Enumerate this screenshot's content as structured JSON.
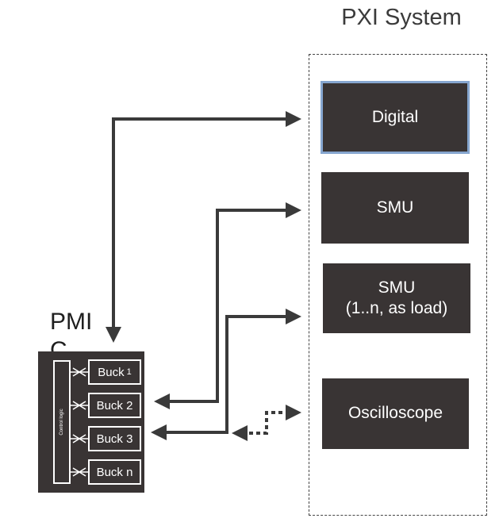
{
  "system": {
    "title": "PXI System",
    "modules": [
      {
        "name": "Digital",
        "label": "Digital"
      },
      {
        "name": "SMU",
        "label": "SMU"
      },
      {
        "name": "SMU load",
        "label": "SMU\n(1..n, as load)"
      },
      {
        "name": "Oscilloscope",
        "label": "Oscilloscope"
      }
    ]
  },
  "pmic": {
    "label": "PMIC",
    "control_logic_label": "Control logic",
    "bucks": [
      {
        "label": "Buck",
        "sub": "1"
      },
      {
        "label": "Buck 2",
        "sub": ""
      },
      {
        "label": "Buck 3",
        "sub": ""
      },
      {
        "label": "Buck n",
        "sub": ""
      }
    ]
  },
  "colors": {
    "module_fill": "#393434",
    "selected_border": "#86a6cf",
    "wire": "#3a3a3a"
  }
}
